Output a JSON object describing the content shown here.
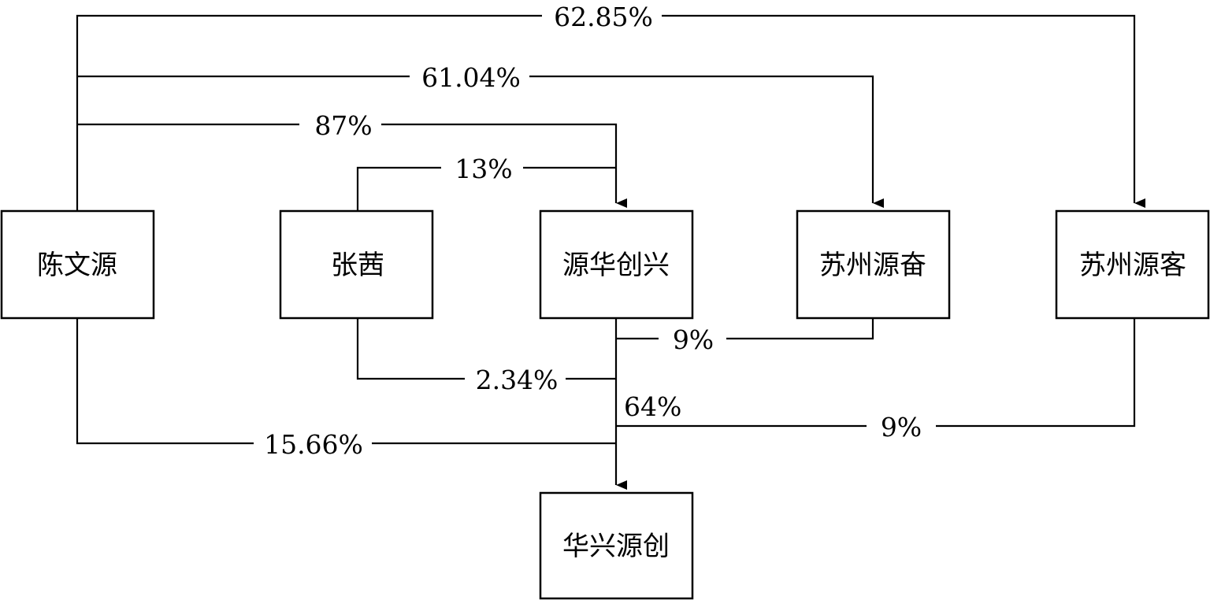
{
  "nodes": {
    "chen_wenyuan": "陈文源",
    "zhang_qian": "张茜",
    "yuanhua_chuangxing": "源华创兴",
    "suzhou_yuanfen": "苏州源奋",
    "suzhou_yuanke": "苏州源客",
    "huaxing_yuanchuang": "华兴源创"
  },
  "edges": {
    "chen_to_yuanke": "62.85%",
    "chen_to_yuanfen": "61.04%",
    "chen_to_chuangxing": "87%",
    "zhang_to_chuangxing": "13%",
    "yuanfen_to_huaxing": "9%",
    "zhang_to_huaxing": "2.34%",
    "chuangxing_to_huaxing": "64%",
    "yuanke_to_huaxing": "9%",
    "chen_to_huaxing": "15.66%"
  }
}
